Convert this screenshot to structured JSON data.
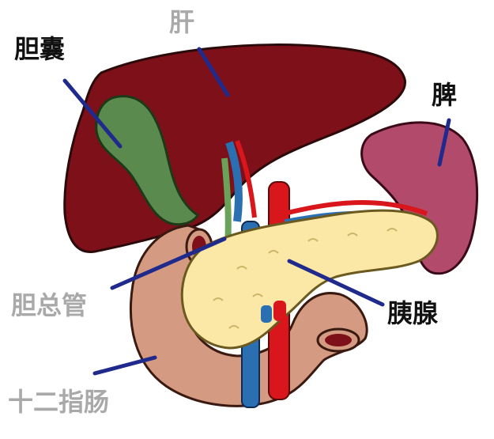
{
  "labels": {
    "liver": "肝",
    "gallbladder": "胆囊",
    "spleen": "脾",
    "common_bile_duct": "胆总管",
    "pancreas": "胰腺",
    "duodenum": "十二指肠"
  },
  "colors": {
    "liver": "#7d1018",
    "gallbladder": "#5a8a4e",
    "spleen": "#b24a6b",
    "pancreas": "#fbe7a6",
    "duodenum": "#d49a82",
    "artery": "#d8161c",
    "vein": "#2b6fb3",
    "pointer": "#1f2a8c",
    "outline": "#2a0a0a"
  }
}
